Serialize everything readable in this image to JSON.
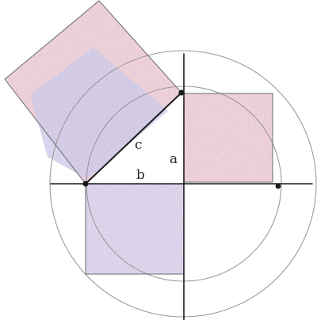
{
  "diagram": {
    "labels": {
      "c": "c",
      "b": "b",
      "a": "a"
    },
    "colors": {
      "red_pencil": "#c97a92",
      "blue_pencil": "#8a82c8",
      "pencil_line": "#1a1a1a",
      "circle_line": "#9a9a9a",
      "paper": "#ffffff"
    }
  }
}
